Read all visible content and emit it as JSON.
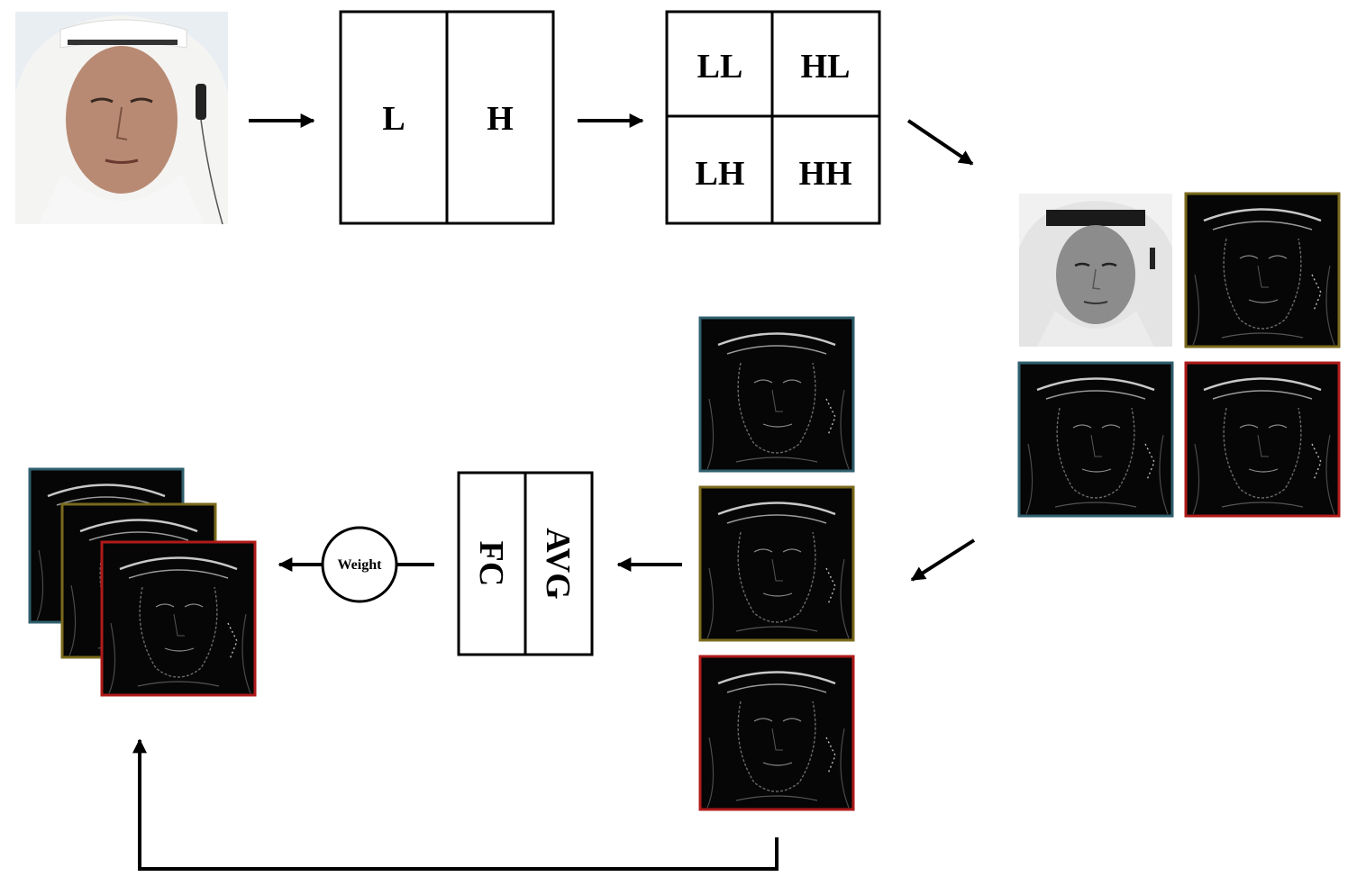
{
  "diagram": {
    "decomposition_1d": {
      "left": "L",
      "right": "H"
    },
    "decomposition_2d": {
      "top_left": "LL",
      "top_right": "HL",
      "bottom_left": "LH",
      "bottom_right": "HH"
    },
    "attention_block": {
      "left": "FC",
      "right": "AVG"
    },
    "weight_node": "Weight",
    "subband_border_colors": {
      "low": "#9a9a9a",
      "teal": "#2f5f6e",
      "olive": "#7a6a1c",
      "red": "#b01a1a"
    }
  }
}
